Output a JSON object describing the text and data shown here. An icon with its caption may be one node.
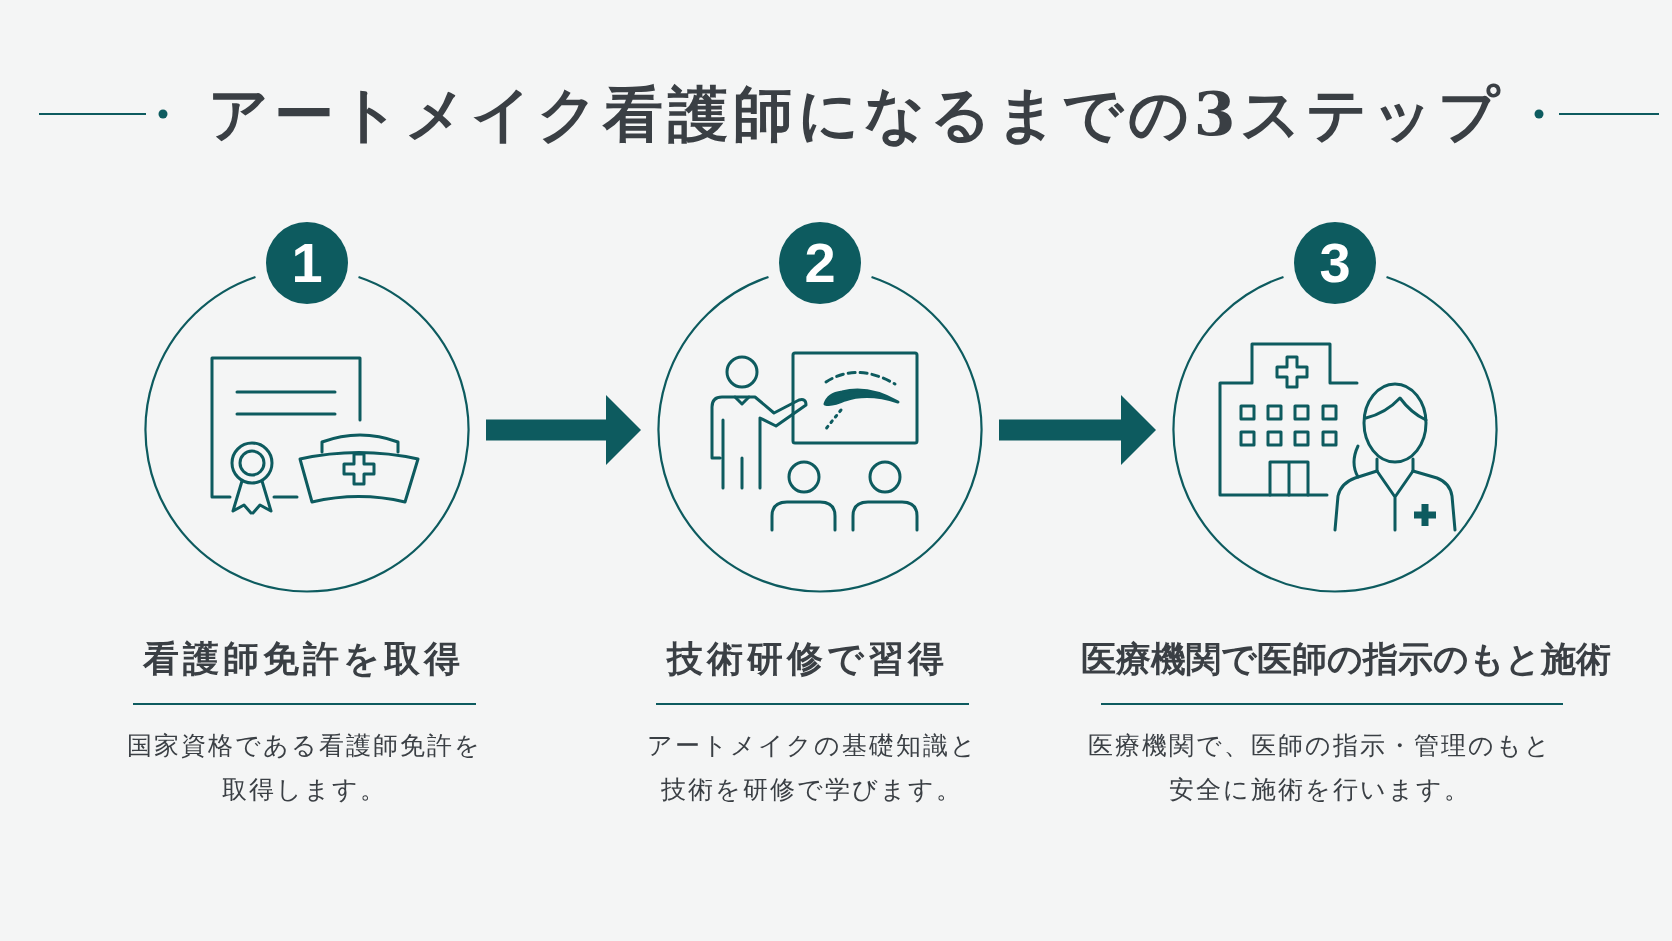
{
  "diagram": {
    "title": "アートメイク看護師になるまでの3ステップ",
    "nodes": [
      {
        "text": [
          "1"
        ]
      },
      {
        "text": [],
        "shape": "circle",
        "beside": [
          "看護師免許を取得",
          "国家資格である看護師免許を取得します。"
        ]
      },
      {
        "text": [
          "2"
        ]
      },
      {
        "text": [],
        "shape": "circle",
        "beside": [
          "技術研修で習得",
          "アートメイクの基礎知識と技術を研修で学びます。"
        ]
      },
      {
        "text": [
          "3"
        ]
      },
      {
        "text": [],
        "shape": "circle",
        "beside": [
          "医療機関で医師の指示のもと施術",
          "医療機関で、医師の指示・管理のもと安全に施術を行います。"
        ]
      }
    ],
    "edges": [
      {
        "from": 1,
        "to": 3,
        "arrow": "to"
      },
      {
        "from": 3,
        "to": 5,
        "arrow": "to"
      }
    ]
  }
}
